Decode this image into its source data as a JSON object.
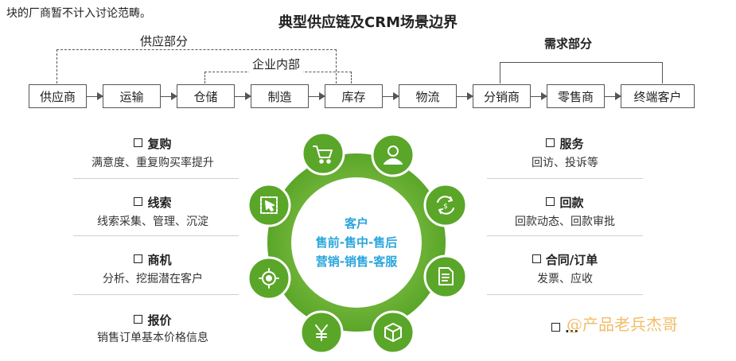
{
  "note": "块的厂商暂不计入讨论范畴。",
  "title": "典型供应链及CRM场景边界",
  "labels": {
    "supply": "供应部分",
    "internal": "企业内部",
    "demand": "需求部分"
  },
  "chain": [
    "供应商",
    "运输",
    "仓储",
    "制造",
    "库存",
    "物流",
    "分销商",
    "零售商",
    "终端客户"
  ],
  "left_features": [
    {
      "title": "复购",
      "desc": "满意度、重复购买率提升"
    },
    {
      "title": "线索",
      "desc": "线索采集、管理、沉淀"
    },
    {
      "title": "商机",
      "desc": "分析、挖掘潜在客户"
    },
    {
      "title": "报价",
      "desc": "销售订单基本价格信息"
    }
  ],
  "right_features": [
    {
      "title": "服务",
      "desc": "回访、投诉等"
    },
    {
      "title": "回款",
      "desc": "回款动态、回款审批"
    },
    {
      "title": "合同/订单",
      "desc": "发票、应收"
    },
    {
      "title": "...",
      "desc": ""
    }
  ],
  "center": {
    "line1": "客户",
    "line2": "售前-售中-售后",
    "line3": "营销-销售-客服"
  },
  "icons": [
    "cart-icon",
    "person-icon",
    "cycle-payment-icon",
    "document-icon",
    "box-icon",
    "yen-icon",
    "target-icon",
    "cursor-select-icon"
  ],
  "colors": {
    "green_dark": "#5aa629",
    "green_light": "#8cc63f",
    "ring_fill": "#7cbd3a",
    "center_text": "#2aa5dc",
    "watermark": "#f0b24a"
  },
  "watermark": "@产品老兵杰哥"
}
